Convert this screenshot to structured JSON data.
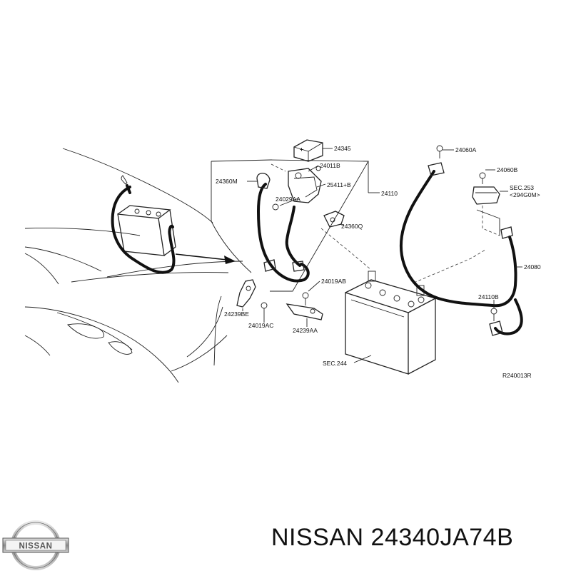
{
  "diagram": {
    "labels": {
      "l24345": "24345",
      "l24011B": "24011B",
      "l24360M": "24360M",
      "l25411B": "25411+B",
      "l24029AA": "24029AA",
      "l24110": "24110",
      "l24360Q": "24360Q",
      "l24019AB": "24019AB",
      "l24239BE": "24239BE",
      "l24019AC": "24019AC",
      "l24239AA": "24239AA",
      "sec244": "SEC.244",
      "l24060A": "24060A",
      "l24060B": "24060B",
      "sec253a": "SEC.253",
      "sec253b": "<294G0M>",
      "l24080": "24080",
      "l24110B": "24110B",
      "ref": "R240013R"
    }
  },
  "caption": "NISSAN 24340JA74B",
  "logo": {
    "text": "NISSAN"
  }
}
